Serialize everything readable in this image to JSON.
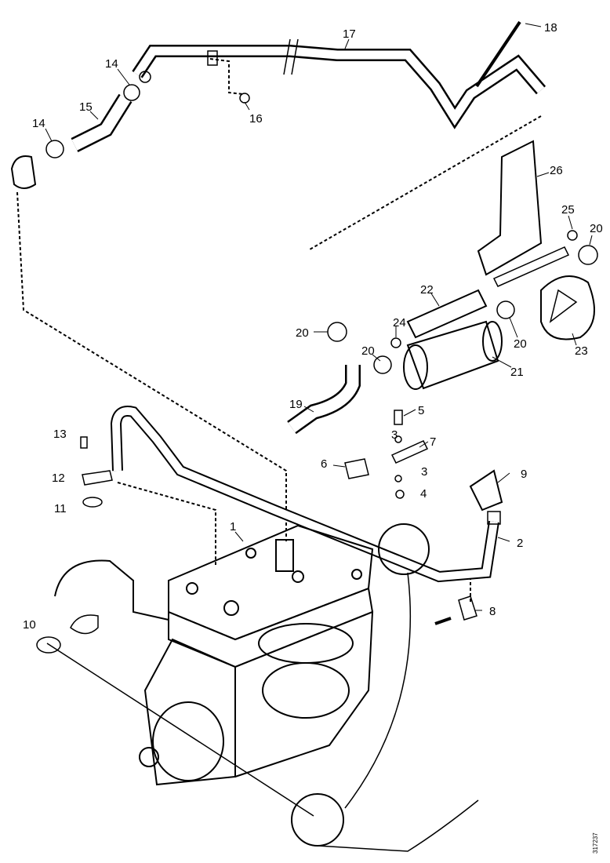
{
  "diagram": {
    "callouts": [
      "17",
      "18",
      "14",
      "15",
      "14",
      "16",
      "26",
      "25",
      "20",
      "22",
      "24",
      "20",
      "20",
      "20",
      "23",
      "21",
      "19",
      "5",
      "3",
      "7",
      "6",
      "3",
      "4",
      "9",
      "13",
      "12",
      "11",
      "1",
      "2",
      "8",
      "10"
    ],
    "drawing_code": "317237",
    "line_color": "#000000",
    "background": "#ffffff"
  }
}
